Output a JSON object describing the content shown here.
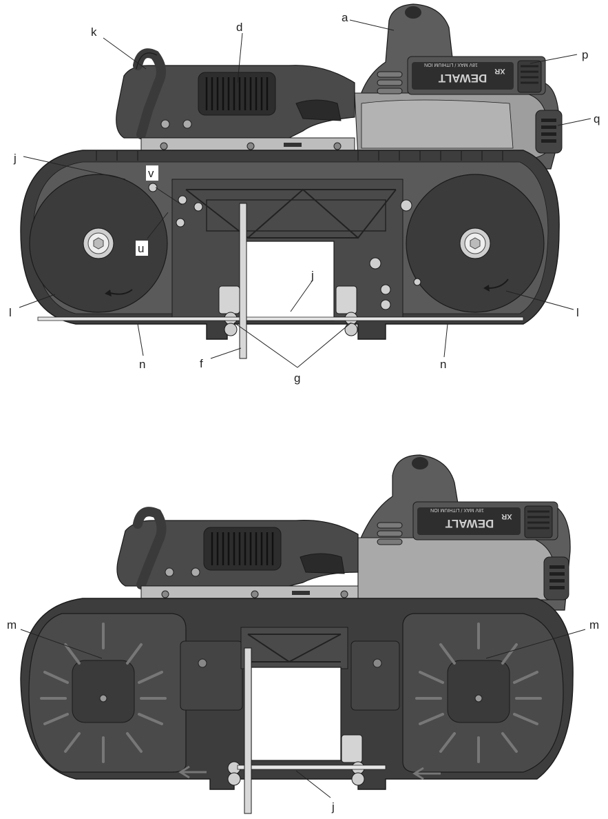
{
  "figure_top": {
    "labels": {
      "a": "a",
      "d": "d",
      "k": "k",
      "p": "p",
      "q": "q",
      "j_top": "j",
      "v": "v",
      "u": "u",
      "l_left": "l",
      "l_right": "l",
      "n_left": "n",
      "n_right": "n",
      "j_blade": "j",
      "f": "f",
      "g": "g"
    },
    "battery": {
      "brand": "DEWALT",
      "badge": "XR",
      "rating": "18V MAX / LITHIUM ION"
    }
  },
  "figure_bottom": {
    "labels": {
      "m_left": "m",
      "m_right": "m",
      "j": "j"
    },
    "battery": {
      "brand": "DEWALT",
      "badge": "XR",
      "rating": "18V MAX / LITHIUM ION"
    }
  },
  "colors": {
    "dark_body": "#3d3d3d",
    "mid_body": "#6e6e6e",
    "light_body": "#a9a9a9",
    "plate": "#bdbdbd",
    "battery_yellow": "#c8c8c8",
    "outline": "#1a1a1a"
  }
}
